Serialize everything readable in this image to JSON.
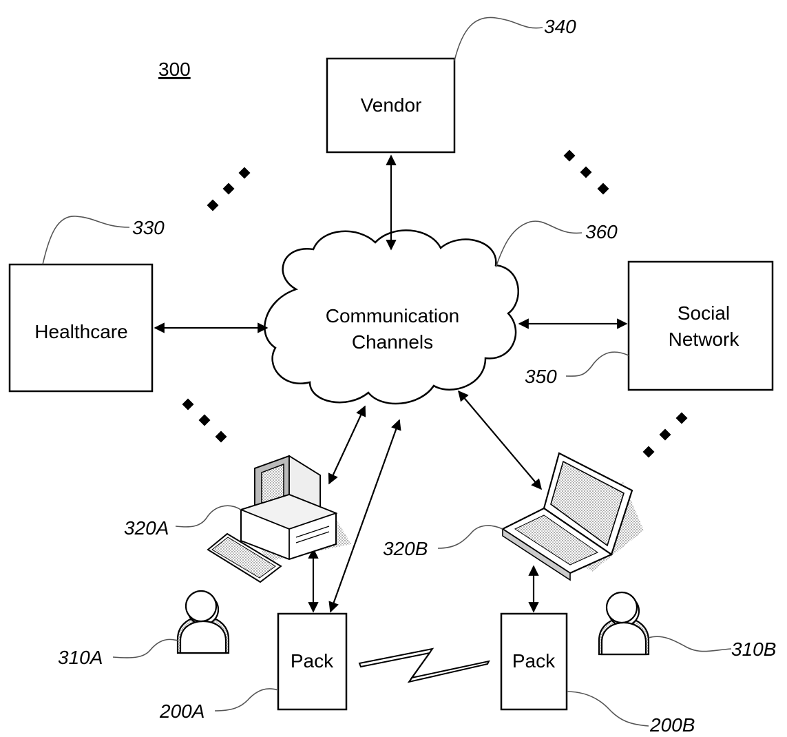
{
  "figure": {
    "number": "300"
  },
  "nodes": {
    "vendor": {
      "label": "Vendor",
      "ref": "340"
    },
    "healthcare": {
      "label": "Healthcare",
      "ref": "330"
    },
    "social": {
      "label_line1": "Social",
      "label_line2": "Network",
      "ref": "350"
    },
    "cloud": {
      "label_line1": "Communication",
      "label_line2": "Channels",
      "ref": "360"
    },
    "desktop": {
      "ref": "320A"
    },
    "laptop": {
      "ref": "320B"
    },
    "user_a": {
      "ref": "310A"
    },
    "user_b": {
      "ref": "310B"
    },
    "pack_a": {
      "label": "Pack",
      "ref": "200A"
    },
    "pack_b": {
      "label": "Pack",
      "ref": "200B"
    }
  },
  "icons": {
    "desktop": "desktop-computer-icon",
    "laptop": "laptop-icon",
    "user": "person-icon",
    "wireless": "lightning-link-icon",
    "ellipsis": "ellipsis-dots"
  },
  "colors": {
    "line": "#000000",
    "fill": "#ffffff",
    "shade": "#c8c8c8"
  }
}
